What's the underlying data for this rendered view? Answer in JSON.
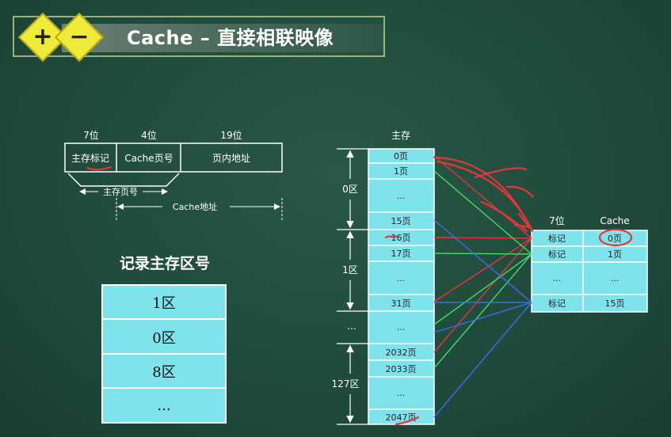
{
  "title": {
    "text": "Cache – 直接相联映像",
    "plus": "+",
    "minus": "−"
  },
  "address_format": {
    "field_bits": [
      "7位",
      "4位",
      "19位"
    ],
    "fields": [
      "主存标记",
      "Cache页号",
      "页内地址"
    ],
    "main_page_label": "主存页号",
    "cache_addr_label": "Cache地址"
  },
  "record_table": {
    "title": "记录主存区号",
    "rows": [
      "1区",
      "0区",
      "8区",
      "..."
    ]
  },
  "main_memory": {
    "title": "主存",
    "cells": [
      "0页",
      "1页",
      "...",
      "15页",
      "16页",
      "17页",
      "...",
      "31页",
      "...",
      "2032页",
      "2033页",
      "...",
      "2047页"
    ],
    "zones": [
      "0区",
      "1区",
      "...",
      "127区"
    ]
  },
  "cache": {
    "bits_label": "7位",
    "title": "Cache",
    "tags": [
      "标记",
      "标记",
      "...",
      "标记"
    ],
    "pages": [
      "0页",
      "1页",
      "...",
      "15页"
    ]
  },
  "colors": {
    "board": "#1f4a3b",
    "cell_fill": "#7fe3ec",
    "red": "#e8343a",
    "green": "#45d96a",
    "blue": "#3b6cf5",
    "yellow": "#f0ea3a"
  }
}
